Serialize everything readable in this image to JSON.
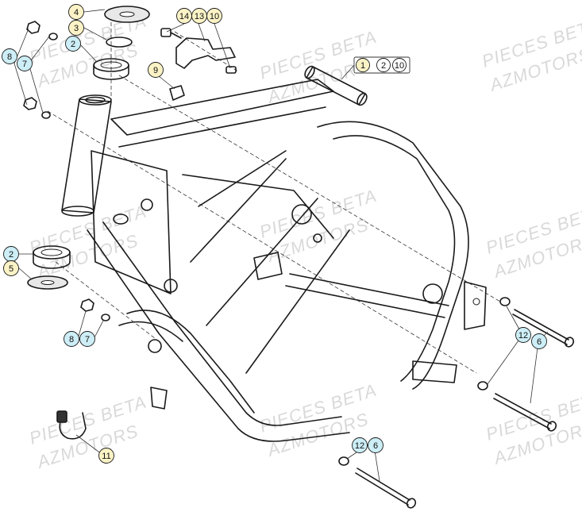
{
  "watermark": {
    "line1": "PIECES BETA",
    "line2": "AZMOTORS"
  },
  "colors": {
    "yellow": "#fbf3c6",
    "blue": "#cdeef6",
    "white": "#ffffff",
    "stroke": "#1a1a1a"
  },
  "callouts": [
    {
      "id": "c4",
      "label": "4",
      "color": "yellow"
    },
    {
      "id": "c3",
      "label": "3",
      "color": "yellow"
    },
    {
      "id": "c2a",
      "label": "2",
      "color": "blue"
    },
    {
      "id": "c8a",
      "label": "8",
      "color": "blue"
    },
    {
      "id": "c7a",
      "label": "7",
      "color": "blue"
    },
    {
      "id": "c14",
      "label": "14",
      "color": "yellow"
    },
    {
      "id": "c13",
      "label": "13",
      "color": "yellow"
    },
    {
      "id": "c10a",
      "label": "10",
      "color": "yellow"
    },
    {
      "id": "c9",
      "label": "9",
      "color": "yellow"
    },
    {
      "id": "c1",
      "label": "1",
      "color": "yellow"
    },
    {
      "id": "c2b",
      "label": "2",
      "color": "white"
    },
    {
      "id": "c10b",
      "label": "10",
      "color": "white"
    },
    {
      "id": "c2c",
      "label": "2",
      "color": "blue"
    },
    {
      "id": "c5",
      "label": "5",
      "color": "yellow"
    },
    {
      "id": "c8b",
      "label": "8",
      "color": "blue"
    },
    {
      "id": "c7b",
      "label": "7",
      "color": "blue"
    },
    {
      "id": "c12a",
      "label": "12",
      "color": "blue"
    },
    {
      "id": "c6a",
      "label": "6",
      "color": "blue"
    },
    {
      "id": "c11",
      "label": "11",
      "color": "yellow"
    },
    {
      "id": "c12b",
      "label": "12",
      "color": "blue"
    },
    {
      "id": "c6b",
      "label": "6",
      "color": "blue"
    }
  ]
}
